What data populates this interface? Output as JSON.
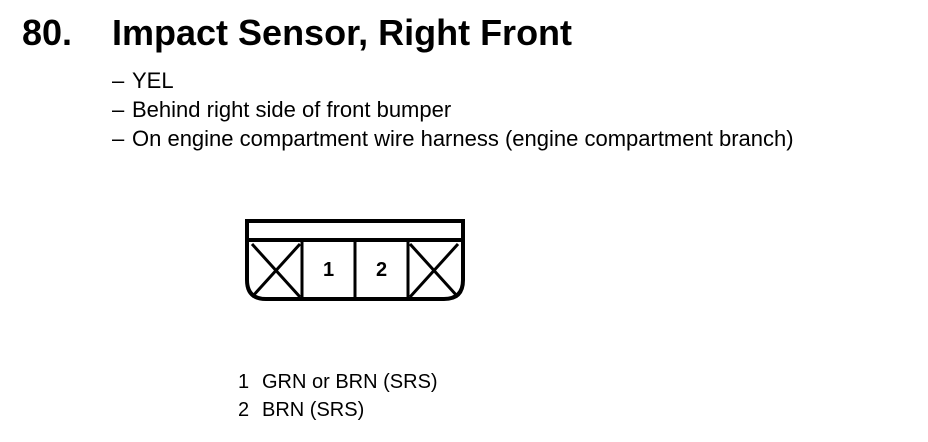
{
  "section": {
    "number": "80.",
    "title": "Impact Sensor, Right Front"
  },
  "details": [
    {
      "dash": "–",
      "text": "YEL"
    },
    {
      "dash": "–",
      "text": "Behind right side of front bumper"
    },
    {
      "dash": "–",
      "text": "On engine compartment wire harness (engine compartment branch)"
    }
  ],
  "connector": {
    "cavities": [
      {
        "label": "",
        "empty": true
      },
      {
        "label": "1",
        "empty": false
      },
      {
        "label": "2",
        "empty": false
      },
      {
        "label": "",
        "empty": true
      }
    ]
  },
  "pins": [
    {
      "number": "1",
      "wire": "GRN or BRN (SRS)"
    },
    {
      "number": "2",
      "wire": "BRN (SRS)"
    }
  ]
}
